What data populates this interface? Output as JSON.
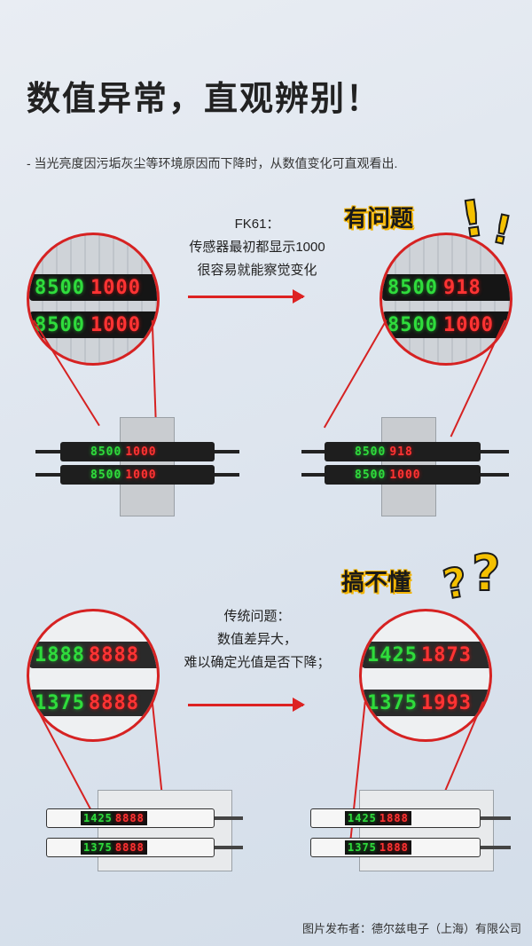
{
  "title": "数值异常，直观辨别！",
  "subtitle": "-  当光亮度因污垢灰尘等环境原因而下降时，从数值变化可直观看出.",
  "section1": {
    "caption": [
      "FK61：",
      "传感器最初都显示1000",
      "很容易就能察觉变化"
    ],
    "tag": "有问题",
    "left": {
      "row1": {
        "green": "8500",
        "red": "1000"
      },
      "row2": {
        "green": "8500",
        "red": "1000"
      }
    },
    "right": {
      "row1": {
        "green": "8500",
        "red": "918"
      },
      "row2": {
        "green": "8500",
        "red": "1000"
      }
    },
    "small_left": {
      "row1": {
        "green": "8500",
        "red": "1000"
      },
      "row2": {
        "green": "8500",
        "red": "1000"
      }
    },
    "small_right": {
      "row1": {
        "green": "8500",
        "red": "918"
      },
      "row2": {
        "green": "8500",
        "red": "1000"
      }
    }
  },
  "section2": {
    "caption": [
      "传统问题：",
      "数值差异大，",
      "难以确定光值是否下降；"
    ],
    "tag": "搞不懂",
    "left": {
      "row1": {
        "green": "1888",
        "red": "8888"
      },
      "row2": {
        "green": "1375",
        "red": "8888"
      }
    },
    "right": {
      "row1": {
        "green": "1425",
        "red": "1873"
      },
      "row2": {
        "green": "1375",
        "red": "1993"
      }
    },
    "small_left": {
      "row1": {
        "green": "1425",
        "red": "8888"
      },
      "row2": {
        "green": "1375",
        "red": "8888"
      }
    },
    "small_right": {
      "row1": {
        "green": "1425",
        "red": "1888"
      },
      "row2": {
        "green": "1375",
        "red": "1888"
      }
    }
  },
  "footer": "图片发布者：德尔兹电子（上海）有限公司",
  "colors": {
    "accent_red": "#d62222",
    "seg_green": "#2fdc3c",
    "seg_red": "#ff3333",
    "tag_yellow": "#f3b400"
  }
}
